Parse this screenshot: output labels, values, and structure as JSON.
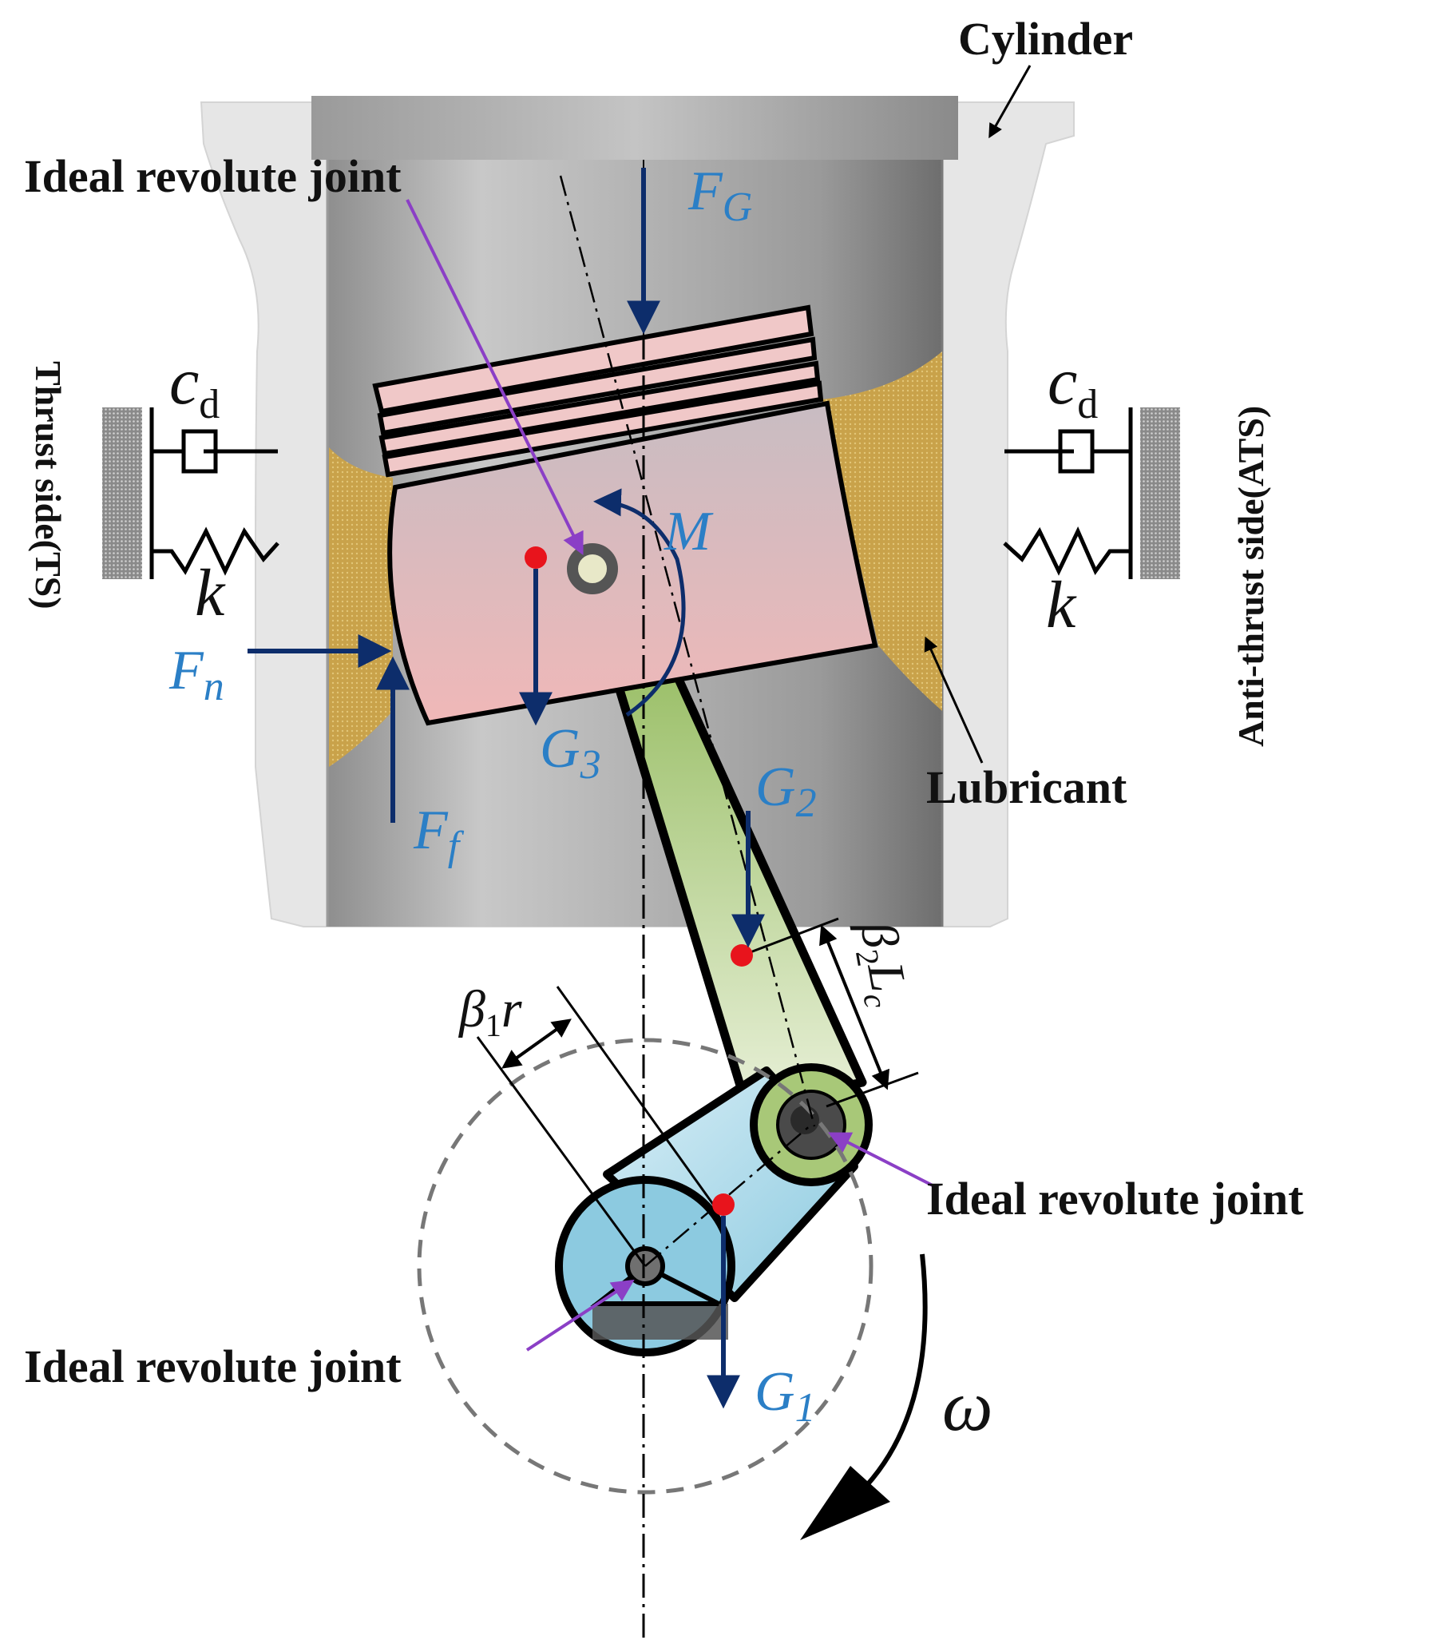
{
  "labels": {
    "cylinder": "Cylinder",
    "joint_top": "Ideal revolute joint",
    "joint_right": "Ideal revolute joint",
    "joint_bottom": "Ideal revolute joint",
    "lubricant": "Lubricant",
    "thrust_side": "Thrust side(TS)",
    "anti_thrust_side": "Anti-thrust side(ATS)"
  },
  "symbols": {
    "FG": {
      "main": "F",
      "sub": "G"
    },
    "Fn": {
      "main": "F",
      "sub": "n"
    },
    "Ff": {
      "main": "F",
      "sub": "f"
    },
    "G1": {
      "main": "G",
      "sub": "1"
    },
    "G2": {
      "main": "G",
      "sub": "2"
    },
    "G3": {
      "main": "G",
      "sub": "3"
    },
    "M": "M",
    "cd_left": {
      "main": "c",
      "sub": "d"
    },
    "cd_right": {
      "main": "c",
      "sub": "d"
    },
    "k_left": "k",
    "k_right": "k",
    "beta1r": {
      "main": "β",
      "sub": "1",
      "tail": "r"
    },
    "beta2Lc": {
      "main": "β",
      "sub": "2",
      "tail": "L",
      "tailsub": "c"
    },
    "omega": "ω"
  },
  "colors": {
    "force_arrow": "#0d2d6b",
    "joint_pointer": "#8b3fc6",
    "symbol_blue": "#2b7fc6",
    "center_of_mass": "#e8141c",
    "lubricant": "#c9a24a",
    "piston": "#e8b4b8",
    "rod": "#a8c878",
    "crank": "#a8d4e4"
  }
}
